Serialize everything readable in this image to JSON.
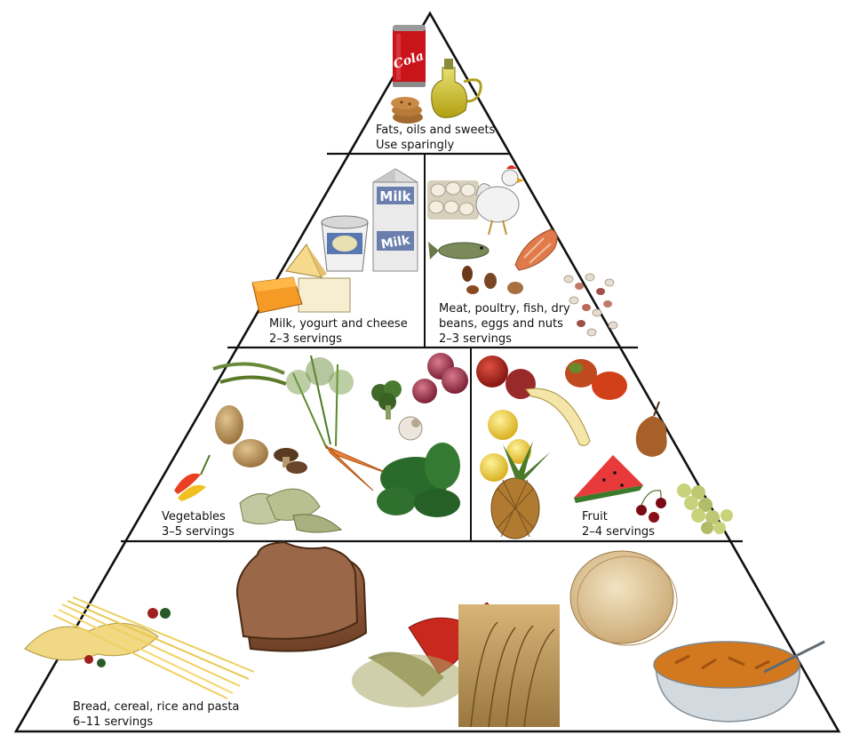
{
  "colors": {
    "outline": "#111111",
    "background": "#ffffff"
  },
  "tiers": {
    "fats": {
      "line1": "Fats, oils and sweets",
      "line2": "Use sparingly"
    },
    "milk": {
      "line1": "Milk, yogurt and cheese",
      "line2": "2–3 servings"
    },
    "meat": {
      "line1": "Meat, poultry, fish, dry",
      "line2": "beans, eggs and nuts",
      "line3": "2–3 servings"
    },
    "vegetables": {
      "line1": "Vegetables",
      "line2": "3–5 servings"
    },
    "fruit": {
      "line1": "Fruit",
      "line2": "2–4 servings"
    },
    "grains": {
      "line1": "Bread, cereal, rice and pasta",
      "line2": "6–11 servings"
    }
  },
  "illustrations": {
    "cola_can_text": "Cola",
    "milk_carton_text": "Milk"
  }
}
